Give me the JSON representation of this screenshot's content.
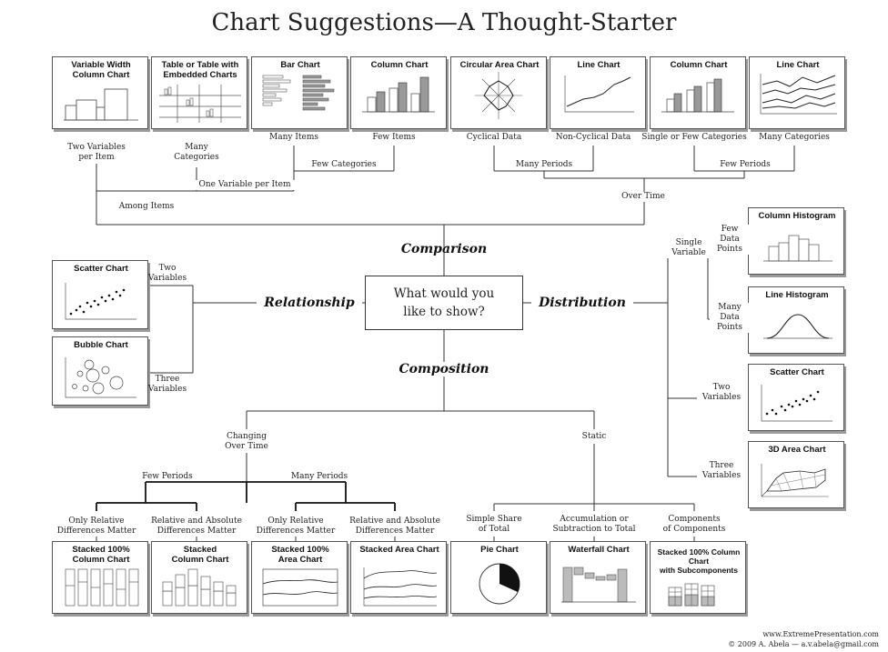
{
  "title": "Chart Suggestions—A Thought-Starter",
  "question": "What would you\nlike to show?",
  "categories": {
    "comparison": "Comparison",
    "relationship": "Relationship",
    "distribution": "Distribution",
    "composition": "Composition"
  },
  "charts": {
    "variable_width_column": "Variable Width\nColumn Chart",
    "table_embedded": "Table or Table with\nEmbedded Charts",
    "bar": "Bar Chart",
    "column_few": "Column Chart",
    "circular_area": "Circular Area Chart",
    "line_noncyclical": "Line Chart",
    "column_periods": "Column Chart",
    "line_many": "Line Chart",
    "scatter_rel": "Scatter Chart",
    "bubble": "Bubble Chart",
    "column_histogram": "Column Histogram",
    "line_histogram": "Line Histogram",
    "scatter_dist": "Scatter Chart",
    "area_3d": "3D Area Chart",
    "stacked100_column": "Stacked 100%\nColumn Chart",
    "stacked_column": "Stacked\nColumn Chart",
    "stacked100_area": "Stacked 100%\nArea Chart",
    "stacked_area": "Stacked Area Chart",
    "pie": "Pie Chart",
    "waterfall": "Waterfall Chart",
    "stacked100_subcomponents": "Stacked 100% Column Chart\nwith Subcomponents"
  },
  "labels": {
    "two_variables_per_item": "Two Variables\nper Item",
    "many_categories_table": "Many\nCategories",
    "many_items": "Many Items",
    "few_items": "Few Items",
    "cyclical_data": "Cyclical Data",
    "noncyclical_data": "Non-Cyclical Data",
    "single_few_categories": "Single or Few Categories",
    "many_categories_line": "Many Categories",
    "few_categories": "Few Categories",
    "many_periods_top": "Many Periods",
    "few_periods_top": "Few Periods",
    "one_variable_per_item": "One Variable per Item",
    "among_items": "Among Items",
    "over_time": "Over Time",
    "two_variables_rel": "Two\nVariables",
    "three_variables_rel": "Three\nVariables",
    "single_variable": "Single\nVariable",
    "few_data_points": "Few\nData\nPoints",
    "many_data_points": "Many\nData\nPoints",
    "two_variables_dist": "Two\nVariables",
    "three_variables_dist": "Three\nVariables",
    "changing_over_time": "Changing\nOver Time",
    "static": "Static",
    "few_periods_comp": "Few Periods",
    "many_periods_comp": "Many Periods",
    "only_relative_1": "Only Relative\nDifferences Matter",
    "relative_absolute_1": "Relative and Absolute\nDifferences Matter",
    "only_relative_2": "Only Relative\nDifferences Matter",
    "relative_absolute_2": "Relative and Absolute\nDifferences Matter",
    "simple_share": "Simple Share\nof Total",
    "accumulation": "Accumulation or\nSubtraction to Total",
    "components": "Components\nof Components"
  },
  "credit": "www.ExtremePresentation.com\n© 2009  A. Abela — a.v.abela@gmail.com"
}
